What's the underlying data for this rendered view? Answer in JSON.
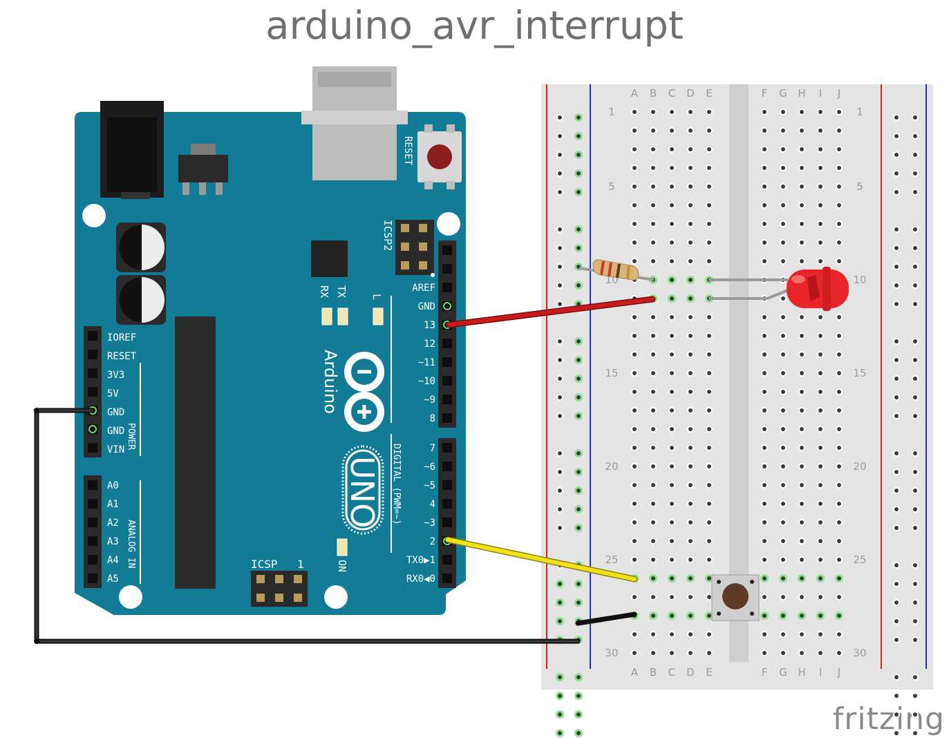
{
  "title": "arduino_avr_interrupt",
  "brand": "fritzing",
  "board": {
    "name": "Arduino",
    "model": "UNO",
    "reset_label": "RESET",
    "icsp2_label": "ICSP2",
    "icsp_label": "ICSP",
    "icsp_one": "1",
    "on_label": "ON",
    "tx_label": "TX",
    "rx_label": "RX",
    "l_label": "L",
    "digital_label": "DIGITAL (PWM=~)",
    "power_label": "POWER",
    "analog_label": "ANALOG IN",
    "power_pins": [
      "IOREF",
      "RESET",
      "3V3",
      "5V",
      "GND",
      "GND",
      "VIN"
    ],
    "analog_pins": [
      "A0",
      "A1",
      "A2",
      "A3",
      "A4",
      "A5"
    ],
    "digital_top": [
      "AREF",
      "GND",
      "13",
      "12",
      "~11",
      "~10",
      "~9",
      "8"
    ],
    "digital_bottom": [
      "7",
      "~6",
      "~5",
      "4",
      "~3",
      "2",
      "TX0▶1",
      "RX0◀0"
    ]
  },
  "breadboard": {
    "columns_left": [
      "A",
      "B",
      "C",
      "D",
      "E"
    ],
    "columns_right": [
      "F",
      "G",
      "H",
      "I",
      "J"
    ],
    "row_numbers": [
      "1",
      "5",
      "10",
      "15",
      "20",
      "25",
      "30"
    ]
  },
  "colors": {
    "board": "#127c96",
    "wire_red": "#c81b1b",
    "wire_yellow": "#f2e21a",
    "wire_black": "#222222",
    "led": "#e8262a",
    "breadboard": "#e4e4e4"
  }
}
